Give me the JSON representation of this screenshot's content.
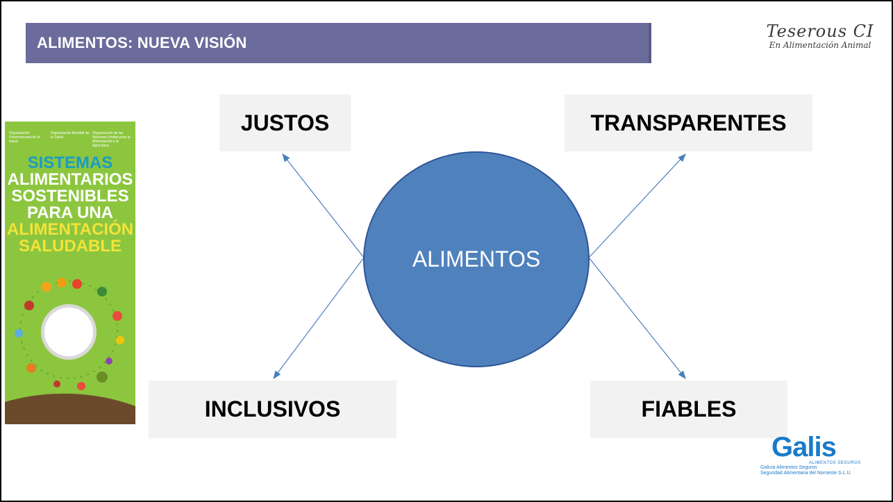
{
  "header": {
    "title": "ALIMENTOS: NUEVA VISIÓN"
  },
  "brand": {
    "name": "Teserous CI",
    "tagline": "En Alimentación Animal"
  },
  "diagram": {
    "center": "ALIMENTOS",
    "top_left": "JUSTOS",
    "top_right": "TRANSPARENTES",
    "bottom_left": "INCLUSIVOS",
    "bottom_right": "FIABLES"
  },
  "poster": {
    "orgs": [
      "Organización Panamericana de la Salud",
      "Organización Mundial de la Salud",
      "Organización de las Naciones Unidas para la Alimentación y la Agricultura"
    ],
    "title_lines": [
      "SISTEMAS",
      "ALIMENTARIOS",
      "SOSTENIBLES",
      "PARA UNA",
      "ALIMENTACIÓN",
      "SALUDABLE"
    ]
  },
  "galis": {
    "name": "Galis",
    "tag": "ALIMENTOS SEGUROS",
    "line1": "Galicia Alimentos Seguros",
    "line2": "Seguridad Alimentaria del Noroeste S.L.U."
  },
  "colors": {
    "title_bar": "#6b6b9c",
    "circle": "#4f81bd",
    "arrow": "#4a7ebb",
    "box": "#f2f2f2",
    "poster": "#8cc63f"
  }
}
